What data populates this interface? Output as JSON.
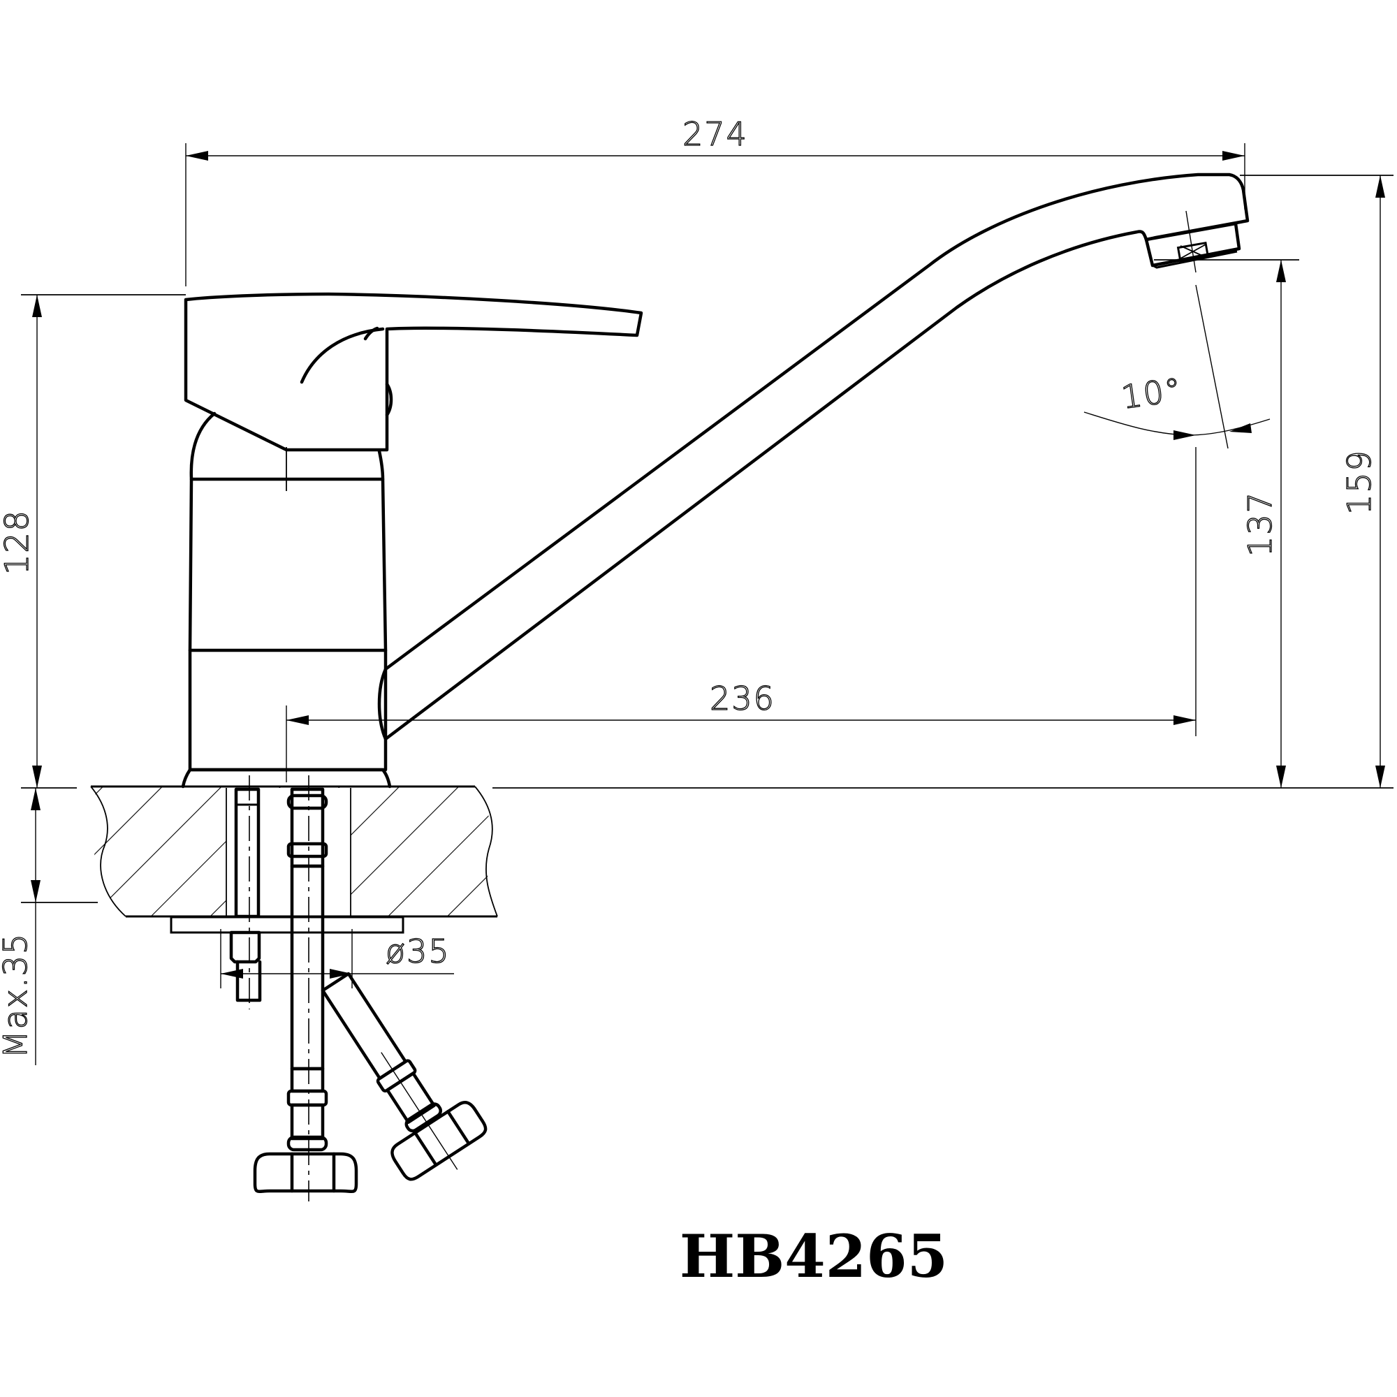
{
  "drawing": {
    "model": "HB4265",
    "subject": "Single-lever kitchen sink mixer with swivel spout, side elevation with deck section",
    "colors": {
      "line": "#000000",
      "background": "#ffffff"
    }
  },
  "dimensions": {
    "overall_length": "274",
    "spout_reach": "236",
    "handle_height": "128",
    "aerator_height": "137",
    "spout_top_height": "159",
    "deck_thickness_max": "Max.35",
    "mounting_hole_diameter": "ø35",
    "aerator_angle": "10°"
  },
  "labels": {
    "model_title": "HB4265"
  }
}
